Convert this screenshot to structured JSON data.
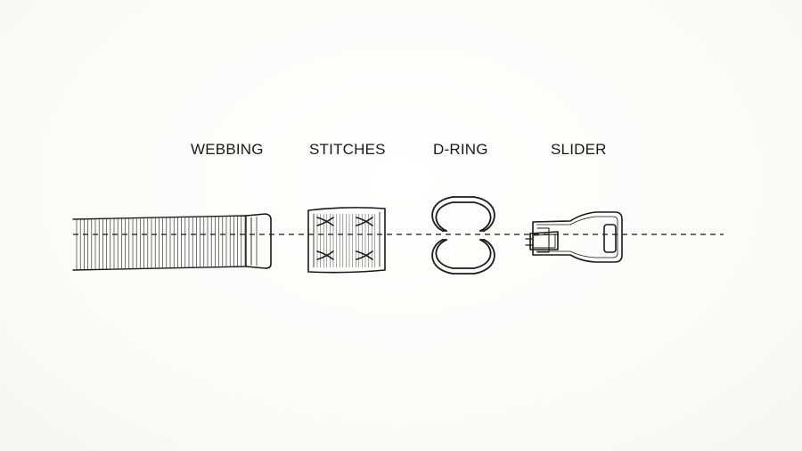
{
  "labels": {
    "webbing": "WEBBING",
    "stitches": "STITCHES",
    "dring": "D-RING",
    "slider": "SLIDER"
  },
  "colors": {
    "ink": "#1a1a1a",
    "background": "#fbfbfa"
  }
}
